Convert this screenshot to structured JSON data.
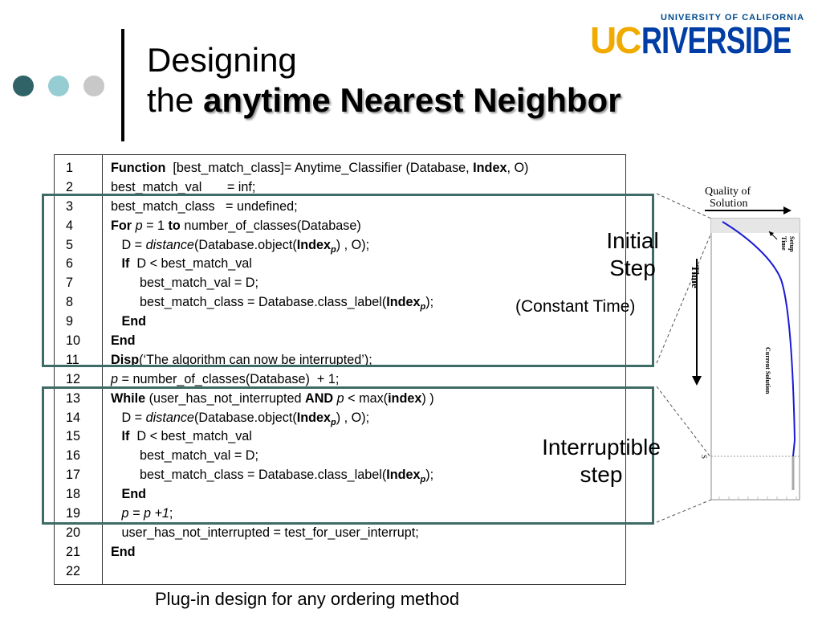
{
  "slide": {
    "title_line1": "Designing",
    "title_line2_prefix": "the",
    "title_line2_bold": "anytime Nearest Neighbor",
    "bullet_colors": [
      "#2f6368",
      "#96cdd2",
      "#c8c8c8"
    ]
  },
  "logo": {
    "top_text": "UNIVERSITY OF CALIFORNIA",
    "uc": "UC",
    "riverside": "RIVERSIDE",
    "colors": {
      "uc": "#f1ab00",
      "riverside": "#003da5"
    }
  },
  "code": {
    "line_numbers": [
      "1",
      "2",
      "3",
      "4",
      "5",
      "6",
      "7",
      "8",
      "9",
      "10",
      "11",
      "12",
      "13",
      "14",
      "15",
      "16",
      "17",
      "18",
      "19",
      "20",
      "21",
      "22"
    ],
    "lines": [
      [
        {
          "t": "Function",
          "s": "b"
        },
        {
          "t": "  [best_match_class]= Anytime_Classifier (Database, "
        },
        {
          "t": "Index",
          "s": "b"
        },
        {
          "t": ", O)"
        }
      ],
      [
        {
          "t": "best_match_val       = inf;"
        }
      ],
      [
        {
          "t": "best_match_class   = undefined;"
        }
      ],
      [
        {
          "t": "For",
          "s": "b"
        },
        {
          "t": " "
        },
        {
          "t": "p",
          "s": "i"
        },
        {
          "t": " = 1 "
        },
        {
          "t": "to",
          "s": "b"
        },
        {
          "t": " number_of_classes(Database)"
        }
      ],
      [
        {
          "t": "   D = "
        },
        {
          "t": "distance",
          "s": "i"
        },
        {
          "t": "(Database.object("
        },
        {
          "t": "Index",
          "s": "b"
        },
        {
          "t": "p",
          "s": "sub"
        },
        {
          "t": ") , O);"
        }
      ],
      [
        {
          "t": "   "
        },
        {
          "t": "If",
          "s": "b"
        },
        {
          "t": "  D < best_match_val"
        }
      ],
      [
        {
          "t": "        best_match_val = D;"
        }
      ],
      [
        {
          "t": "        best_match_class = Database.class_label("
        },
        {
          "t": "Index",
          "s": "b"
        },
        {
          "t": "p",
          "s": "sub"
        },
        {
          "t": ");"
        }
      ],
      [
        {
          "t": "   "
        },
        {
          "t": "End",
          "s": "b"
        }
      ],
      [
        {
          "t": "End",
          "s": "b"
        }
      ],
      [
        {
          "t": "Disp",
          "s": "b"
        },
        {
          "t": "(‘The algorithm can now be interrupted’);"
        }
      ],
      [
        {
          "t": "p",
          "s": "i"
        },
        {
          "t": " = number_of_classes(Database)  + 1;"
        }
      ],
      [
        {
          "t": "While",
          "s": "b"
        },
        {
          "t": " (user_has_not_interrupted "
        },
        {
          "t": "AND",
          "s": "b"
        },
        {
          "t": " "
        },
        {
          "t": "p",
          "s": "i"
        },
        {
          "t": " < max("
        },
        {
          "t": "index",
          "s": "b"
        },
        {
          "t": ") )"
        }
      ],
      [
        {
          "t": "   D = "
        },
        {
          "t": "distance",
          "s": "i"
        },
        {
          "t": "(Database.object("
        },
        {
          "t": "Index",
          "s": "b"
        },
        {
          "t": "p",
          "s": "sub"
        },
        {
          "t": ") , O);"
        }
      ],
      [
        {
          "t": "   "
        },
        {
          "t": "If",
          "s": "b"
        },
        {
          "t": "  D < best_match_val"
        }
      ],
      [
        {
          "t": "        best_match_val = D;"
        }
      ],
      [
        {
          "t": "        best_match_class = Database.class_label("
        },
        {
          "t": "Index",
          "s": "b"
        },
        {
          "t": "p",
          "s": "sub"
        },
        {
          "t": ");"
        }
      ],
      [
        {
          "t": "   "
        },
        {
          "t": "End",
          "s": "b"
        }
      ],
      [
        {
          "t": "   "
        },
        {
          "t": "p = p +1",
          "s": "i"
        },
        {
          "t": ";"
        }
      ],
      [
        {
          "t": "   user_has_not_interrupted = test_for_user_interrupt;"
        }
      ],
      [
        {
          "t": "End",
          "s": "b"
        }
      ],
      []
    ]
  },
  "annotations": {
    "initial_step_line1": "Initial",
    "initial_step_line2": "Step",
    "constant_time": "(Constant Time)",
    "interruptible_line1": "Interruptible",
    "interruptible_line2": "step",
    "box_color": "#3f6b66"
  },
  "figure": {
    "quality_label_line1": "Quality of",
    "quality_label_line2": "Solution",
    "time_label": "Time",
    "setup_time_label_line1": "Setup",
    "setup_time_label_line2": "Time",
    "current_solution_label": "Current Solution",
    "s_label": "S",
    "curve_color": "#1a1ad6"
  },
  "caption": "Plug-in design for any ordering method"
}
